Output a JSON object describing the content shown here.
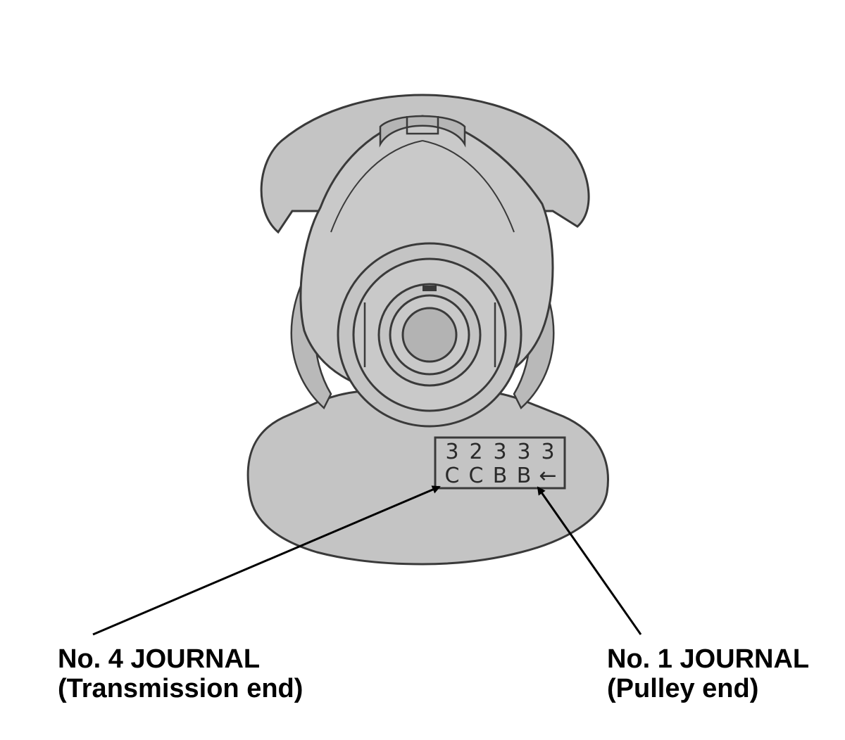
{
  "colors": {
    "body_fill": "#c4c4c4",
    "body_stroke": "#3a3a3a",
    "arrow": "#000000"
  },
  "code_marks": [
    {
      "top": "3",
      "bottom": "C"
    },
    {
      "top": "2",
      "bottom": "C"
    },
    {
      "top": "3",
      "bottom": "B"
    },
    {
      "top": "3",
      "bottom": "B"
    },
    {
      "top": "3",
      "bottom": "←"
    }
  ],
  "callouts": {
    "left": {
      "line1": "No. 4 JOURNAL",
      "line2": "(Transmission end)"
    },
    "right": {
      "line1": "No. 1 JOURNAL",
      "line2": "(Pulley end)"
    }
  }
}
